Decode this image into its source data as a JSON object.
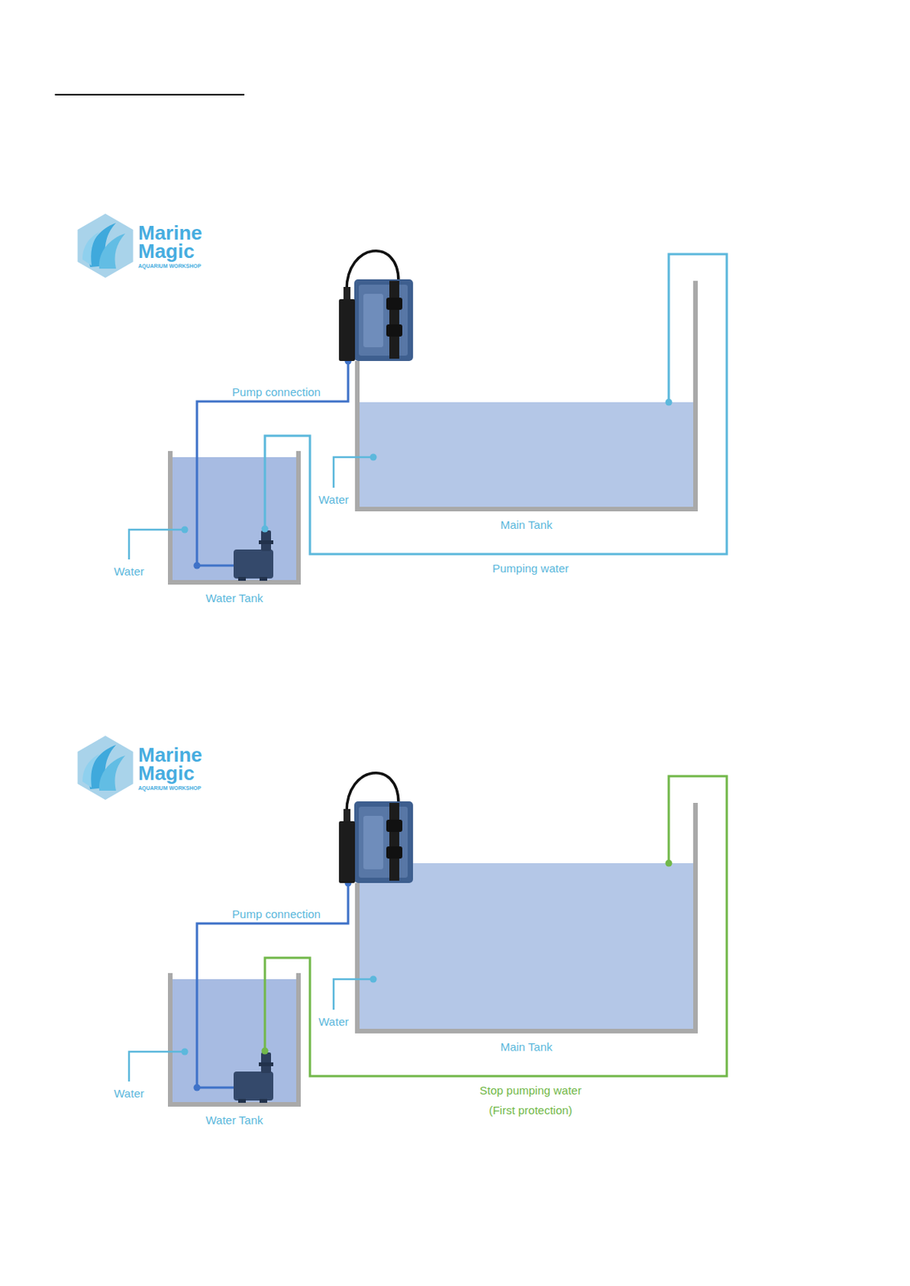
{
  "diagram": {
    "nodes": [
      {
        "text": [
          "Main Tank"
        ]
      },
      {
        "text": [
          "Water Tank"
        ]
      },
      {
        "text": [
          "Main Tank"
        ]
      },
      {
        "text": [
          "Water Tank"
        ]
      }
    ],
    "edges": [
      {
        "from": 1,
        "to": 0,
        "arrow": "none",
        "label": "Pumping water"
      },
      {
        "from": 3,
        "to": 2,
        "arrow": "none",
        "label": "Stop pumping water (First protection)"
      }
    ],
    "labels": [
      "Marine",
      "Magic",
      "AQUARIUM WORKSHOP",
      "Pump connection",
      "Water",
      "Water",
      "Marine",
      "Magic",
      "AQUARIUM WORKSHOP",
      "Pump connection",
      "Water",
      "Water"
    ]
  }
}
